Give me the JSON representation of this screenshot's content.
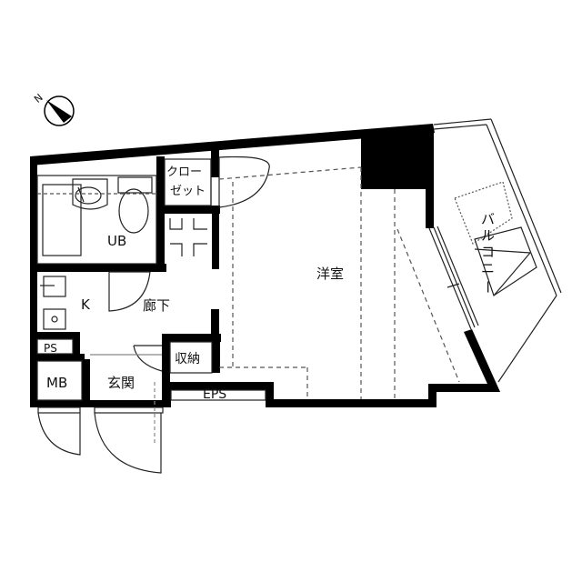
{
  "floorplan": {
    "type": "apartment-1K",
    "compass": {
      "label": "N",
      "icon": "north-arrow-icon"
    },
    "rooms": {
      "unit_bath": "UB",
      "closet_line1": "クロー",
      "closet_line2": "ゼット",
      "western_room": "洋室",
      "kitchen": "K",
      "corridor": "廊下",
      "pipe_space": "PS",
      "storage": "収納",
      "meter_box": "MB",
      "entrance": "玄関",
      "eps": "EPS",
      "balcony_chars": [
        "バ",
        "ル",
        "コ",
        "ニ",
        "ー"
      ]
    },
    "colors": {
      "wall": "#000000",
      "line": "#222222",
      "dashed": "#555555",
      "background": "#ffffff"
    }
  }
}
